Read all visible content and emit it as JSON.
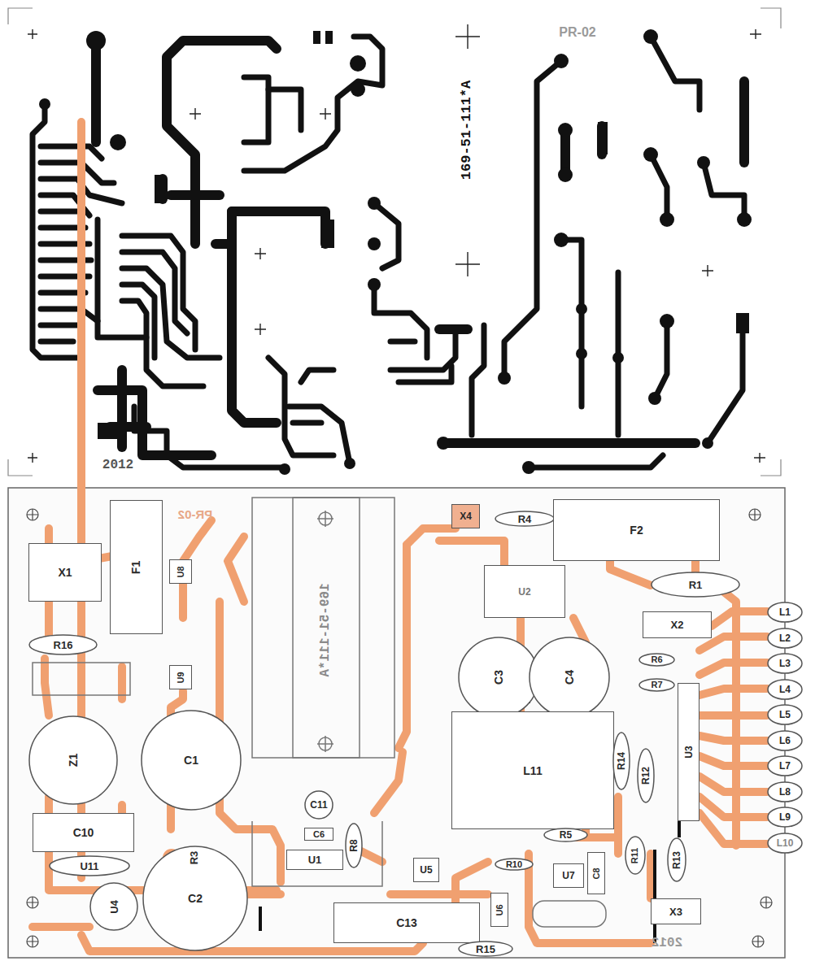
{
  "diagram": {
    "nodes": [
      {
        "text": [
          "X1"
        ]
      },
      {
        "text": [
          "F1"
        ]
      },
      {
        "text": [
          "U8"
        ]
      },
      {
        "text": [
          "R16"
        ]
      },
      {
        "text": [
          "U9"
        ]
      },
      {
        "text": [
          "Z1"
        ]
      },
      {
        "text": [
          "C1"
        ]
      },
      {
        "text": [
          "C10"
        ]
      },
      {
        "text": [
          "U11"
        ]
      },
      {
        "text": [
          "U4"
        ]
      },
      {
        "text": [
          "C2"
        ]
      },
      {
        "text": [
          "C11"
        ]
      },
      {
        "text": [
          "C6"
        ]
      },
      {
        "text": [
          "R8"
        ]
      },
      {
        "text": [
          "U1"
        ]
      },
      {
        "text": [
          "U5"
        ]
      },
      {
        "text": [
          "C13"
        ]
      },
      {
        "text": [
          "R15"
        ]
      },
      {
        "text": [
          "X4"
        ]
      },
      {
        "text": [
          "R4"
        ]
      },
      {
        "text": [
          "F2"
        ]
      },
      {
        "text": [
          "U2"
        ]
      },
      {
        "text": [
          "R1"
        ]
      },
      {
        "text": [
          "X2"
        ]
      },
      {
        "text": [
          "C3"
        ]
      },
      {
        "text": [
          "C4"
        ]
      },
      {
        "text": [
          "R6"
        ]
      },
      {
        "text": [
          "R7"
        ]
      },
      {
        "text": [
          "U3"
        ]
      },
      {
        "text": [
          "L11"
        ]
      },
      {
        "text": [
          "R14"
        ]
      },
      {
        "text": [
          "R12"
        ]
      },
      {
        "text": [
          "R5"
        ]
      },
      {
        "text": [
          "R11"
        ]
      },
      {
        "text": [
          "R13"
        ]
      },
      {
        "text": [
          "R10"
        ]
      },
      {
        "text": [
          "U7"
        ]
      },
      {
        "text": [
          "C8"
        ]
      },
      {
        "text": [
          "U6"
        ]
      },
      {
        "text": [
          "X3"
        ]
      },
      {
        "text": [
          "L1"
        ]
      },
      {
        "text": [
          "L2"
        ]
      },
      {
        "text": [
          "L3"
        ]
      },
      {
        "text": [
          "L4"
        ]
      },
      {
        "text": [
          "L5"
        ]
      },
      {
        "text": [
          "L6"
        ]
      },
      {
        "text": [
          "L7"
        ]
      },
      {
        "text": [
          "L8"
        ]
      },
      {
        "text": [
          "L9"
        ]
      },
      {
        "text": [
          "L10"
        ]
      }
    ],
    "labels": [
      "PR-02",
      "169-51-111*A",
      "2012",
      "PR-02",
      "169-51-111*A",
      "2012",
      "R3"
    ]
  }
}
